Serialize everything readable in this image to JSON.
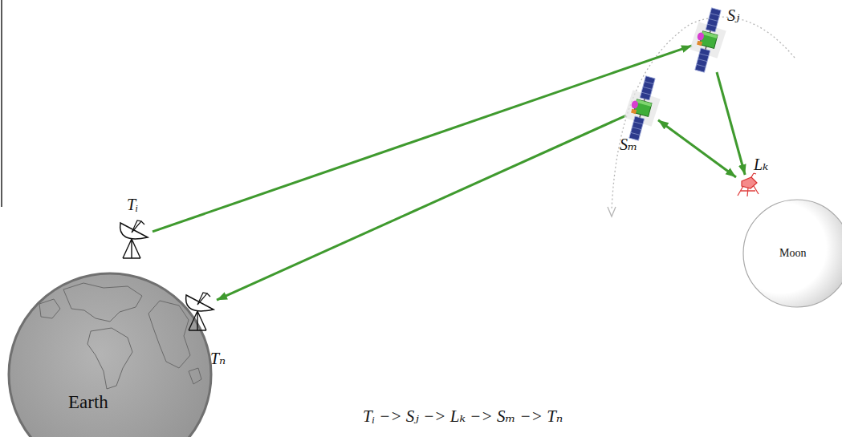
{
  "diagram": {
    "caption": "Tᵢ −> Sⱼ −> Lₖ −> Sₘ −> Tₙ",
    "nodes": [
      {
        "text": [
          "Sⱼ"
        ]
      },
      {
        "text": [
          "Sₘ"
        ]
      },
      {
        "text": [
          "Lₖ"
        ]
      },
      {
        "text": [
          "Moon"
        ]
      },
      {
        "text": [
          "Tᵢ"
        ]
      },
      {
        "text": [
          "Earth"
        ]
      },
      {
        "text": [
          "Tₙ"
        ]
      }
    ],
    "edges": [
      {
        "from": 4,
        "to": 0,
        "arrow": "to"
      },
      {
        "from": 0,
        "to": 2,
        "arrow": "to"
      },
      {
        "from": 1,
        "to": 2,
        "arrow": "both"
      },
      {
        "from": 1,
        "to": 6,
        "arrow": "to"
      }
    ]
  }
}
